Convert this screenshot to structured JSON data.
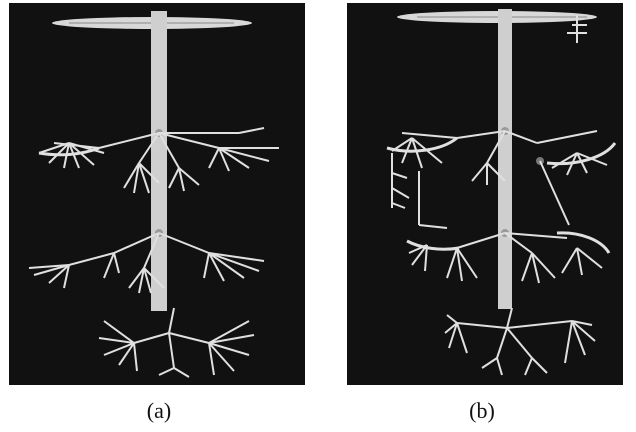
{
  "figure": {
    "captions": {
      "a": "(a)",
      "b": "(b)"
    },
    "colors": {
      "background": "#111111",
      "trunk": "#cfcfcf",
      "branch": "#e0e0e0",
      "joint": "#9a9a9a"
    },
    "panels": [
      {
        "id": "a",
        "description_icon": "tree-hierarchy-visualization"
      },
      {
        "id": "b",
        "description_icon": "tree-hierarchy-visualization-with-links"
      }
    ]
  }
}
